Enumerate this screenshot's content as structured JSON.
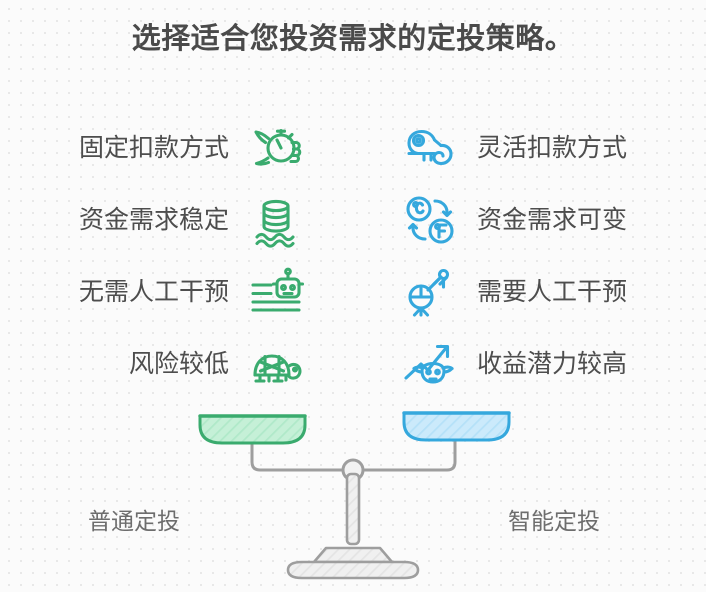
{
  "title": "选择适合您投资需求的定投策略。",
  "colors": {
    "background": "#fbfbfb",
    "dot_grid": "#e6e6e6",
    "title_text": "#4a4a4a",
    "label_text": "#4d4d4d",
    "caption_text": "#6d6d6d",
    "green": "#3aab6e",
    "blue": "#35a8dd",
    "pan_green_fill": "#b9ecd0",
    "pan_blue_fill": "#bfe6f8",
    "scale_gray": "#9a9a9a",
    "scale_base_fill": "#ededed"
  },
  "comparison": {
    "rows": [
      {
        "left": {
          "label": "固定扣款方式",
          "icon": "hand-holding-clock-icon"
        },
        "right": {
          "label": "灵活扣款方式",
          "icon": "chameleon-icon"
        }
      },
      {
        "left": {
          "label": "资金需求稳定",
          "icon": "coins-on-waves-icon"
        },
        "right": {
          "label": "资金需求可变",
          "icon": "celsius-fahrenheit-convert-icon"
        }
      },
      {
        "left": {
          "label": "无需人工干预",
          "icon": "robot-icon"
        },
        "right": {
          "label": "需要人工干预",
          "icon": "person-pointer-icon"
        }
      },
      {
        "left": {
          "label": "风险较低",
          "icon": "turtle-icon"
        },
        "right": {
          "label": "收益潜力较高",
          "icon": "bull-rising-arrow-icon"
        }
      }
    ]
  },
  "scale": {
    "left_pan": "balance-pan-green",
    "right_pan": "balance-pan-blue",
    "caption_left": "普通定投",
    "caption_right": "智能定投"
  }
}
